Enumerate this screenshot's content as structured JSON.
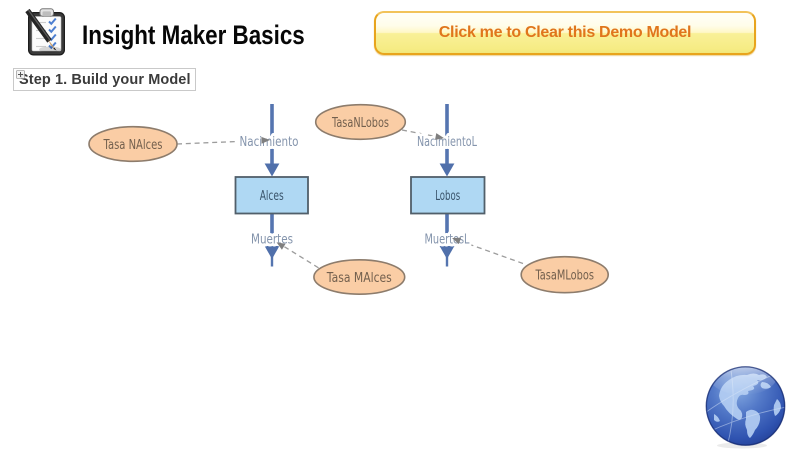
{
  "header": {
    "title": "Insight Maker Basics",
    "icon": "clipboard-with-pencil"
  },
  "clear_button": {
    "label": "Click me to Clear this Demo Model",
    "text_color": "#e0751c",
    "border_color": "#e8a41d",
    "background_colors": [
      "#fffef4",
      "#f3e87e"
    ]
  },
  "step_label": {
    "text": "Step 1. Build your Model"
  },
  "diagram": {
    "stocks": [
      {
        "label": "Alces"
      },
      {
        "label": "Lobos"
      }
    ],
    "flows": [
      {
        "label": "Nacimiento"
      },
      {
        "label": "NacimientoL"
      },
      {
        "label": "Muertes"
      },
      {
        "label": "MuertesL"
      }
    ],
    "variables": [
      {
        "label": "Tasa NAlces"
      },
      {
        "label": "TasaNLobos"
      },
      {
        "label": "Tasa MAlces"
      },
      {
        "label": "TasaMLobos"
      }
    ],
    "colors": {
      "stock_fill": "#afd8f3",
      "stock_border": "#515f6a",
      "stock_text": "#3a546b",
      "variable_fill": "#facda5",
      "variable_border": "#8d7c6c",
      "variable_text": "#73604e",
      "flow_line": "#5575b0",
      "flow_label": "#8494ac",
      "link_dash": "#9c9c9c"
    }
  },
  "footer": {
    "globe_icon": "blue-earth-globe"
  }
}
